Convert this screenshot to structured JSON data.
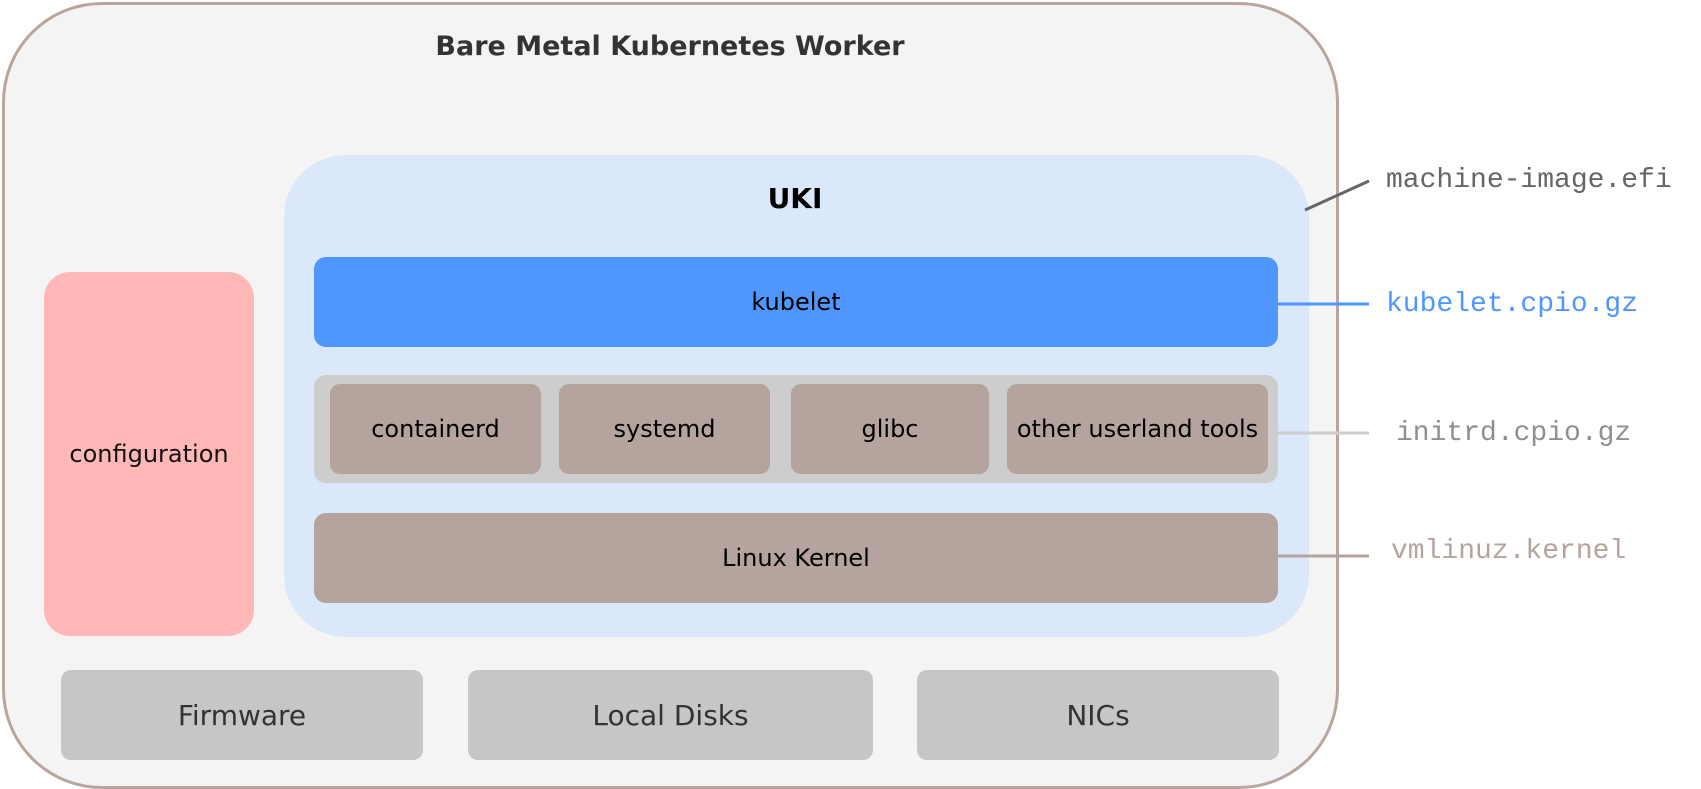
{
  "worker": {
    "title": "Bare Metal Kubernetes Worker"
  },
  "configuration": {
    "label": "configuration"
  },
  "uki": {
    "title": "UKI",
    "kubelet_label": "kubelet",
    "userland_tools": [
      "containerd",
      "systemd",
      "glibc",
      "other userland tools"
    ],
    "kernel_label": "Linux Kernel"
  },
  "hardware": [
    "Firmware",
    "Local Disks",
    "NICs"
  ],
  "artifacts": {
    "machine_image": "machine-image.efi",
    "kubelet": "kubelet.cpio.gz",
    "initrd": "initrd.cpio.gz",
    "kernel": "vmlinuz.kernel"
  },
  "colors": {
    "worker_bg": "#f4f4f4",
    "worker_border": "#b7a59e",
    "uki_bg": "#dae8fa",
    "kubelet": "#4f96ff",
    "userland_group": "#cdcdcd",
    "component": "#b5a39d",
    "configuration": "#ffb8b8",
    "hardware": "#c6c6c6",
    "efi_text": "#666666",
    "initrd_text": "#8f8f8f"
  }
}
